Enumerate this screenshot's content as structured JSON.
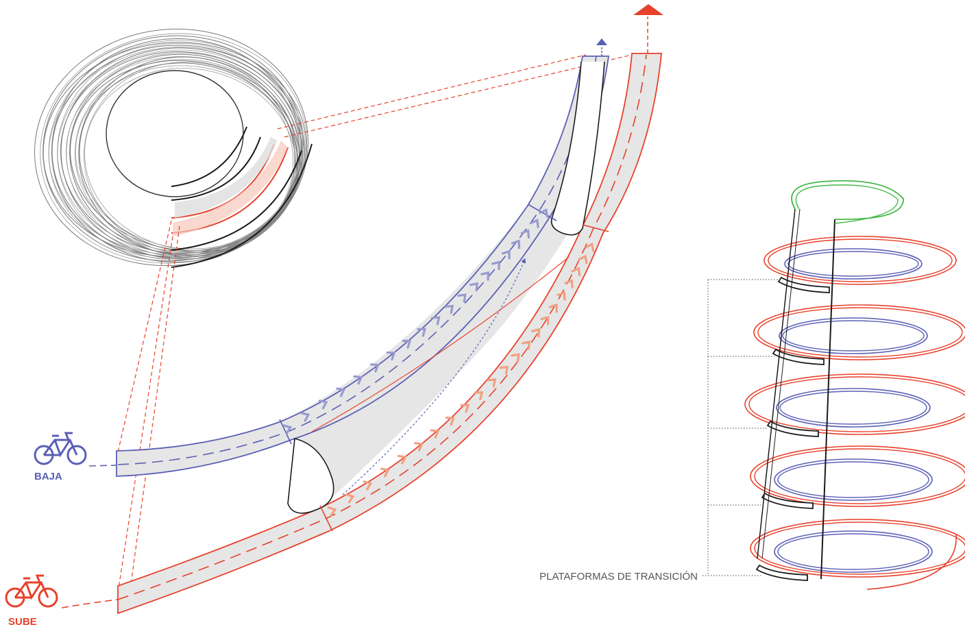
{
  "labels": {
    "baja": "BAJA",
    "sube": "SUBE",
    "plataformas": "PLATAFORMAS DE TRANSICIÓN"
  },
  "legend": {
    "baja_icon": "bicycle-icon",
    "sube_icon": "bicycle-icon"
  },
  "colors": {
    "down_lane": "#5a5fb5",
    "up_lane": "#e8402a",
    "up_arrow_fill": "#f0a080",
    "down_arrow_fill": "#9a9ad0",
    "lane_fill": "#e6e6e6",
    "top_ring": "#44b848",
    "outline": "#1a1a1a",
    "sketch_ring": "#777777",
    "dotted_leader": "#444444"
  },
  "helix": {
    "platform_levels": 5
  }
}
